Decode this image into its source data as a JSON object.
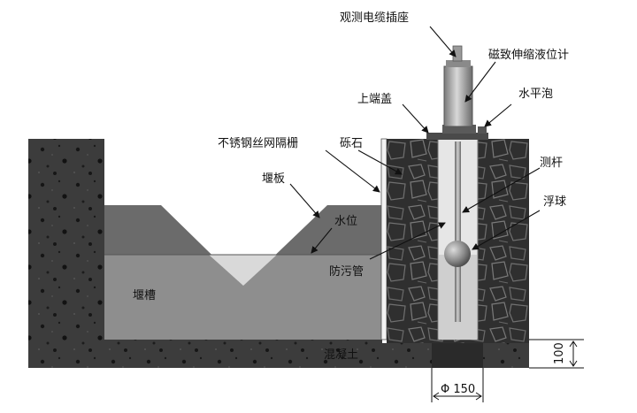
{
  "labels": {
    "cable_socket": "观测电缆插座",
    "magnetostrictive_gauge": "磁致伸缩液位计",
    "top_cover": "上端盖",
    "level_bubble": "水平泡",
    "stainless_screen": "不锈钢丝网隔栅",
    "gravel": "砾石",
    "measuring_rod": "测杆",
    "weir_plate": "堰板",
    "float_ball": "浮球",
    "water_level": "水位",
    "antifouling_pipe": "防污管",
    "weir_channel": "堰槽",
    "concrete": "混凝土",
    "depth_dim": "100",
    "diameter_dim": "Φ 150"
  },
  "colors": {
    "concrete": "#3a3a3a",
    "channel_wall": "#6e6e6e",
    "water": "#8c8c8c",
    "notch_air": "#d6d6d6",
    "gravel": "#2e2e2e",
    "pipe": "#e6e6e6",
    "gauge_body": "#b8b8b8",
    "float": "#909090"
  }
}
